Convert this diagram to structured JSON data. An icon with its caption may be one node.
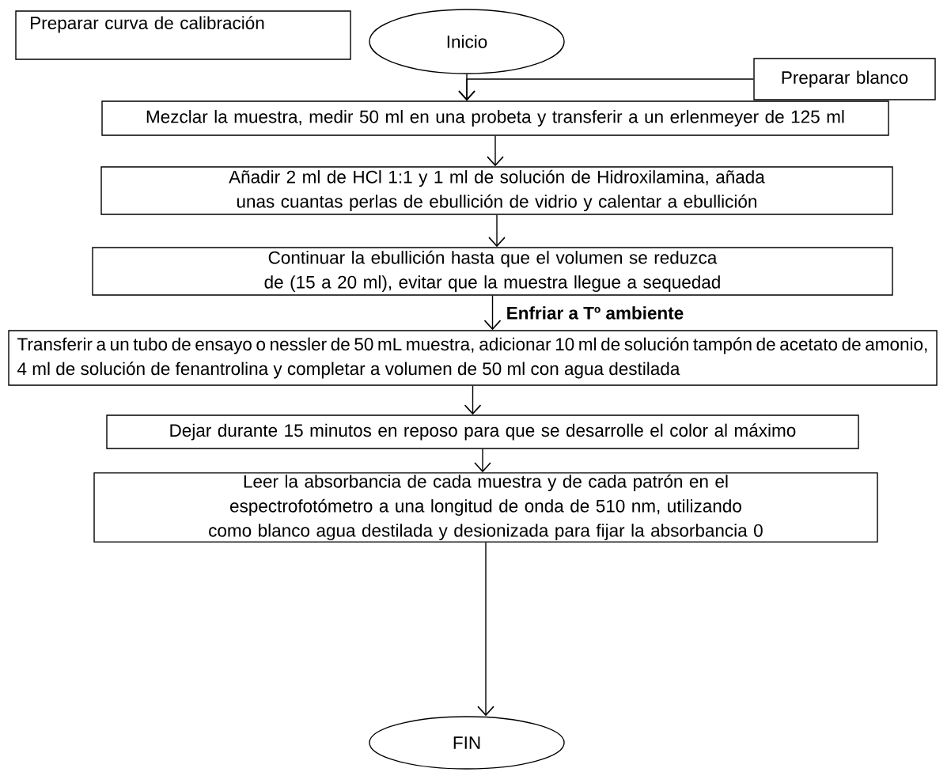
{
  "diagram": {
    "nodes": [
      {
        "text": [
          "Preparar curva de calibración"
        ]
      },
      {
        "text": [
          "Inicio"
        ]
      },
      {
        "text": [
          "Preparar blanco"
        ]
      },
      {
        "text": [
          "Mezclar la muestra, medir 50 ml en una probeta y transferir a un erlenmeyer de 125 ml"
        ]
      },
      {
        "text": [
          "Añadir 2 ml de HCl 1:1 y 1 ml de solución de Hidroxilamina, añada unas cuantas perlas de ebullición de vidrio y calentar a ebullición"
        ]
      },
      {
        "text": [
          "Continuar la ebullición hasta que el volumen se reduzca de (15 a 20 ml), evitar que la muestra llegue a sequedad"
        ]
      },
      {
        "text": [
          "Transferir a un tubo de ensayo o nessler de 50 mL muestra, adicionar 10 ml de solución tampón de acetato de amonio, 4 ml de solución de fenantrolina y completar a volumen de 50 ml con agua destilada"
        ]
      },
      {
        "text": [
          "Dejar durante 15 minutos en reposo para que se desarrolle el color al máximo"
        ]
      },
      {
        "text": [
          "Leer la absorbancia de cada muestra y de cada patrón en el espectrofotómetro a una longitud de onda de 510 nm, utilizando como blanco agua destilada y desionizada para fijar la absorbancia 0"
        ]
      },
      {
        "text": [
          "FIN"
        ]
      }
    ],
    "edges": [
      {
        "from": 1,
        "to": 3,
        "arrow": "to"
      },
      {
        "from": 2,
        "to": 3,
        "arrow": "to"
      },
      {
        "from": 3,
        "to": 4,
        "arrow": "to"
      },
      {
        "from": 4,
        "to": 5,
        "arrow": "to"
      },
      {
        "from": 5,
        "to": 6,
        "arrow": "to",
        "label": "Enfriar a Tº ambiente"
      },
      {
        "from": 6,
        "to": 7,
        "arrow": "to"
      },
      {
        "from": 7,
        "to": 8,
        "arrow": "to"
      },
      {
        "from": 8,
        "to": 9,
        "arrow": "to"
      }
    ]
  }
}
